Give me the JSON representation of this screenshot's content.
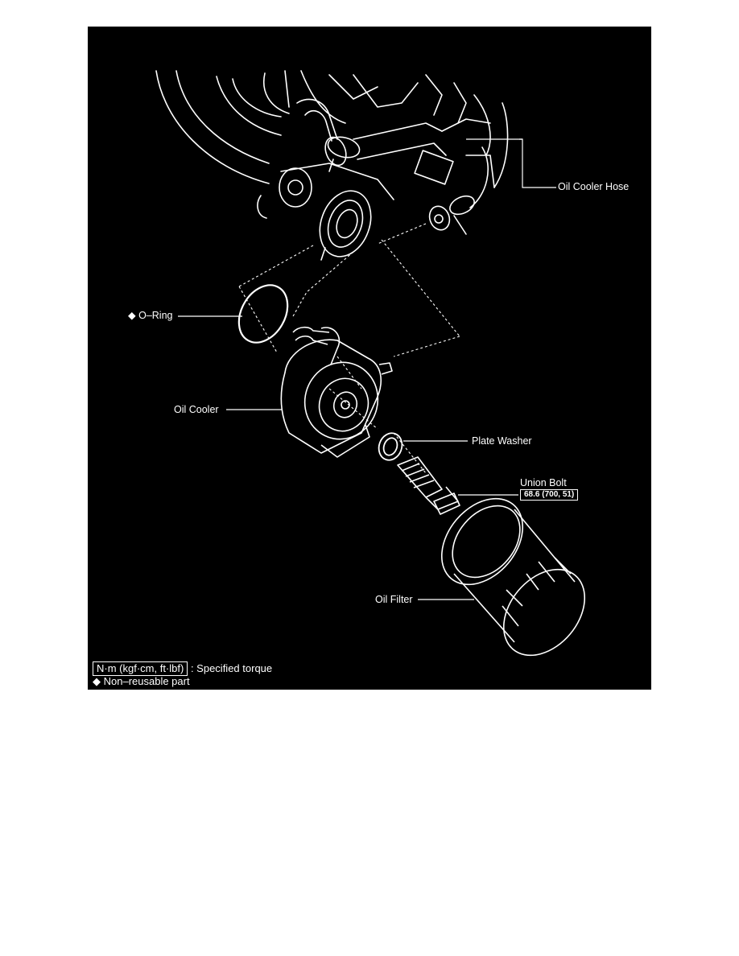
{
  "figure": {
    "background": "#000000",
    "ink": "#ffffff"
  },
  "labels": {
    "oil_cooler_hose": "Oil Cooler Hose",
    "o_ring": "O–Ring",
    "oil_cooler": "Oil Cooler",
    "plate_washer": "Plate Washer",
    "union_bolt": "Union Bolt",
    "union_bolt_torque": "68.6 (700, 51)",
    "oil_filter": "Oil Filter"
  },
  "symbols": {
    "non_reusable": "◆"
  },
  "legend": {
    "torque_units": "N·m (kgf·cm, ft·lbf)",
    "torque_desc": ": Specified torque",
    "non_reusable_desc": "Non–reusable part"
  }
}
